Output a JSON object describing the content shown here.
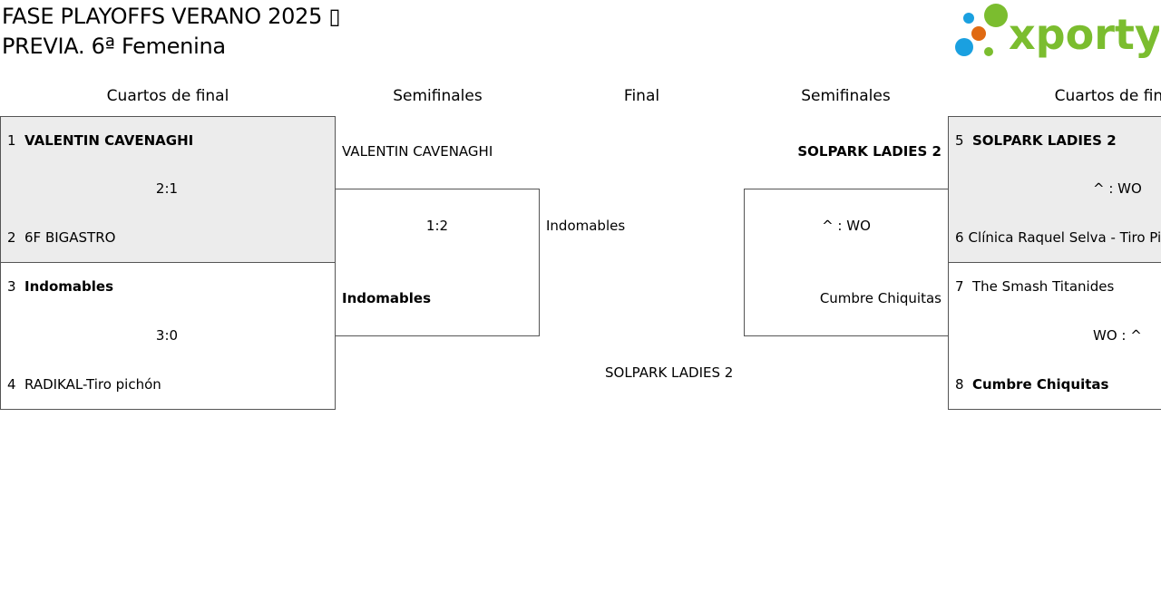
{
  "header": {
    "title_line1": "FASE PLAYOFFS VERANO 2025 ▯",
    "title_line2": "PREVIA. 6ª Femenina",
    "logo_text": "xporty",
    "colors": {
      "logo_green": "#7bbd2f",
      "logo_blue": "#1aa0e0",
      "logo_orange": "#e06a12"
    }
  },
  "columns": {
    "left_qf": "Cuartos de final",
    "left_sf": "Semifinales",
    "final": "Final",
    "right_sf": "Semifinales",
    "right_qf": "Cuartos de final"
  },
  "left_quarters": [
    {
      "team1": {
        "seed": "1",
        "name": "VALENTIN CAVENAGHI"
      },
      "team2": {
        "seed": "2",
        "name": "6F BIGASTRO"
      },
      "score": "2:1"
    },
    {
      "team1": {
        "seed": "3",
        "name": "Indomables"
      },
      "team2": {
        "seed": "4",
        "name": "RADIKAL-Tiro pichón"
      },
      "score": "3:0"
    }
  ],
  "left_semi": {
    "team1": "VALENTIN CAVENAGHI",
    "team2": "Indomables",
    "score": "1:2"
  },
  "final": {
    "team1": "Indomables",
    "team2": "SOLPARK LADIES 2"
  },
  "right_semi": {
    "team1": "SOLPARK LADIES 2",
    "team2": "Cumbre Chiquitas",
    "score": "^ : WO"
  },
  "right_quarters": [
    {
      "team1": {
        "seed": "5",
        "name": "SOLPARK LADIES 2"
      },
      "team2": {
        "seed": "6",
        "name": "Clínica Raquel Selva - Tiro Pichón"
      },
      "score": "^ : WO"
    },
    {
      "team1": {
        "seed": "7",
        "name": "The Smash Titanides"
      },
      "team2": {
        "seed": "8",
        "name": "Cumbre Chiquitas"
      },
      "score": "WO : ^"
    }
  ]
}
